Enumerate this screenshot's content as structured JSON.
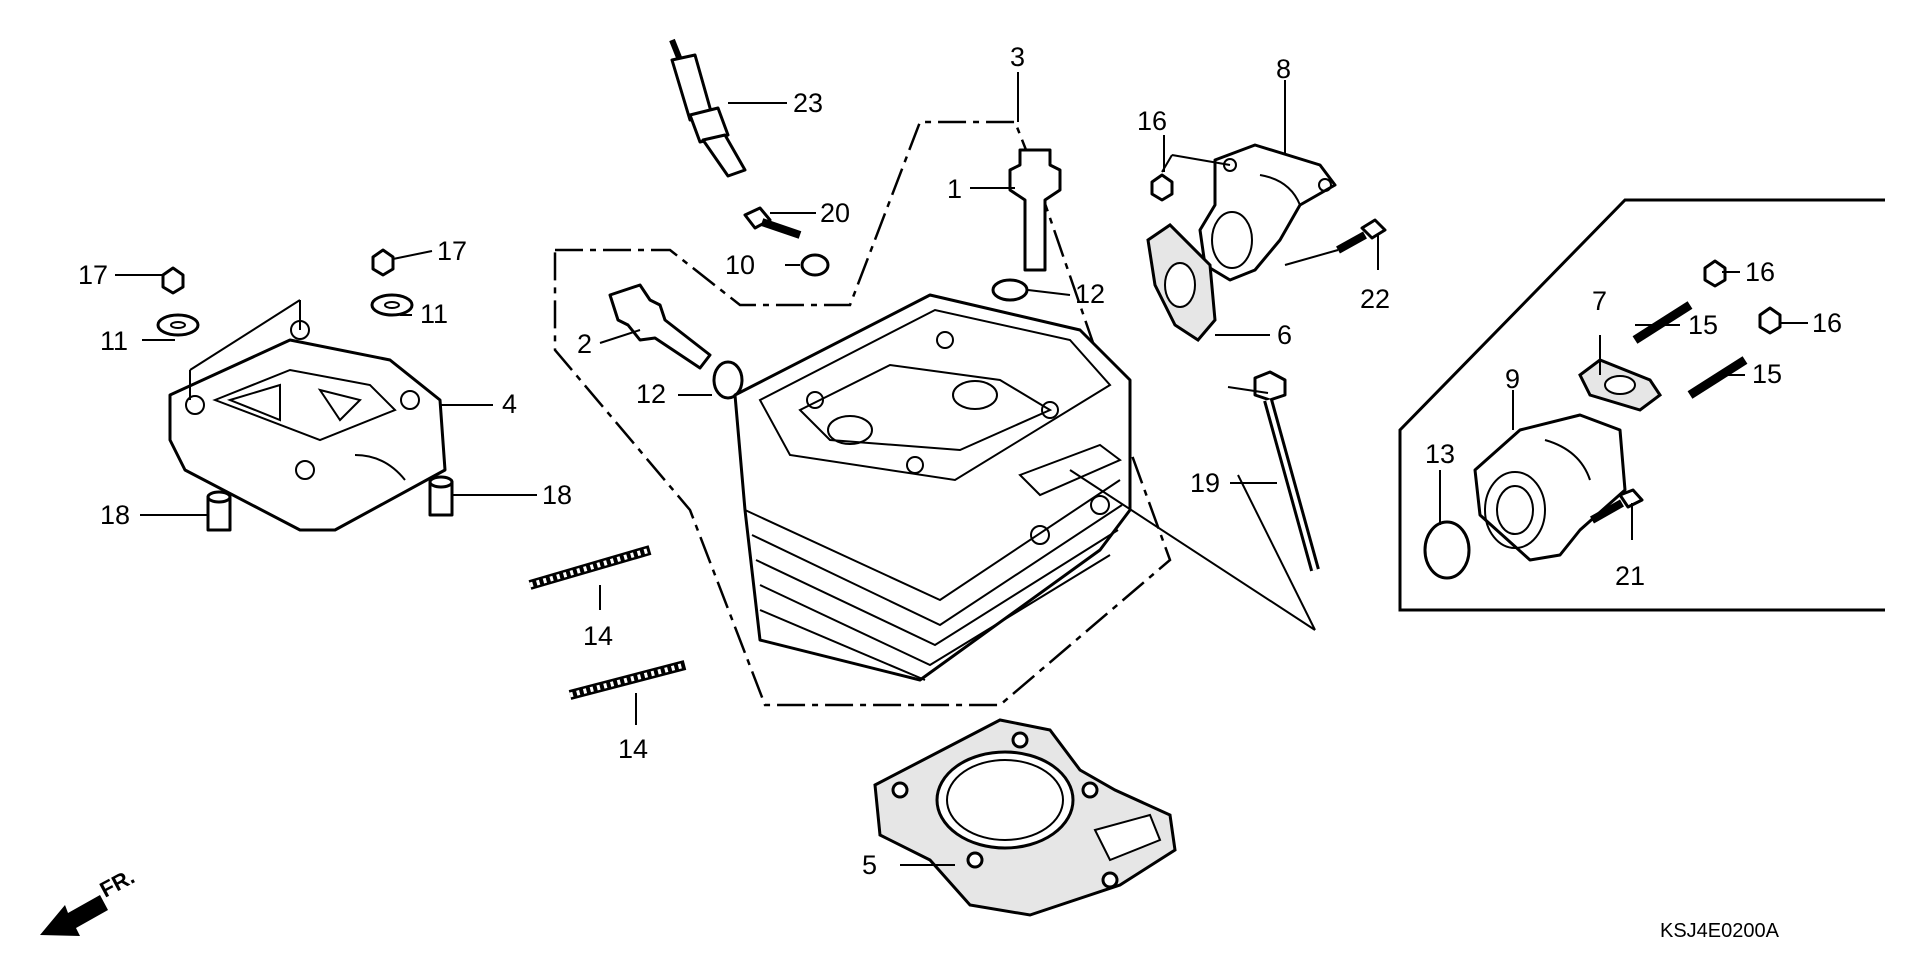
{
  "diagram": {
    "code": "KSJ4E0200A",
    "front_indicator": "FR.",
    "callouts": {
      "c1": "1",
      "c2": "2",
      "c3": "3",
      "c4": "4",
      "c5": "5",
      "c6": "6",
      "c7": "7",
      "c8": "8",
      "c9": "9",
      "c10": "10",
      "c11a": "11",
      "c11b": "11",
      "c12a": "12",
      "c12b": "12",
      "c13": "13",
      "c14a": "14",
      "c14b": "14",
      "c15a": "15",
      "c15b": "15",
      "c16a": "16",
      "c16b": "16",
      "c16c": "16",
      "c17a": "17",
      "c17b": "17",
      "c18a": "18",
      "c18b": "18",
      "c19": "19",
      "c20": "20",
      "c21": "21",
      "c22": "22",
      "c23": "23"
    }
  }
}
